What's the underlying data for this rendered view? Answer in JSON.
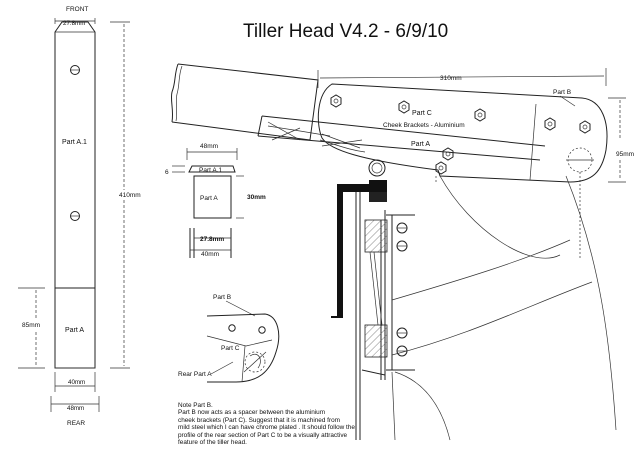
{
  "title": "Tiller Head V4.2 - 6/9/10",
  "left_part": {
    "front_label": "FRONT",
    "rear_label": "REAR",
    "top_width": "27.8mm",
    "part_a1": "Part A.1",
    "part_a": "Part A",
    "height_total": "410mm",
    "height_lower": "85mm",
    "width_lower": "40mm",
    "width_base": "48mm"
  },
  "section_detail": {
    "width_top": "48mm",
    "part_a1": "Part A.1",
    "thickness": "6",
    "part_a": "Part A",
    "height": "30mm",
    "inner_width": "27.8mm",
    "outer_width": "40mm"
  },
  "main_view": {
    "length": "310mm",
    "part_b": "Part B",
    "part_c": "Part C",
    "cheek_brackets": "Cheek Brackets - Aluminium",
    "part_a": "Part A",
    "height": "95mm"
  },
  "small_view": {
    "part_b": "Part B",
    "part_c": "Part C",
    "rear_part_a": "Rear Part A"
  },
  "note": {
    "heading": "Note Part B.",
    "lines": [
      "Part B now acts as a spacer between the aluminium",
      "cheek brackets (Part C). Suggest that it is machined from",
      "mild steel which I can have chrome plated . It should follow the",
      "profile  of the rear section of Part C to be a visually attractive",
      "feature of the tiller head."
    ]
  }
}
